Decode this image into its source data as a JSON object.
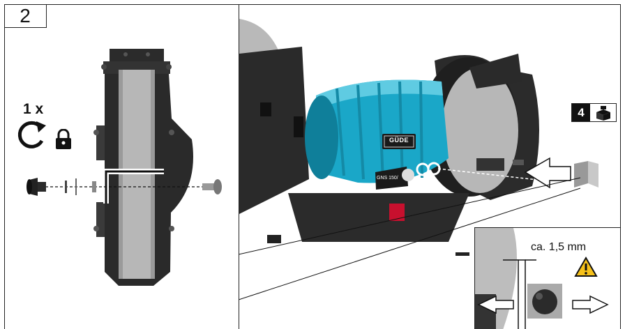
{
  "step": {
    "number": "2"
  },
  "left_panel": {
    "rotation_count": "1 x"
  },
  "right_panel": {
    "brand_label": "GÜDE",
    "model_label": "GNS 150/",
    "quantity_badge": {
      "count": "4"
    }
  },
  "detail": {
    "gap_label": "ca. 1,5 mm"
  },
  "colors": {
    "machine_blue": "#1aa7c8",
    "warning_yellow": "#f6c11a",
    "wheel_grey": "#b7b7b7"
  }
}
